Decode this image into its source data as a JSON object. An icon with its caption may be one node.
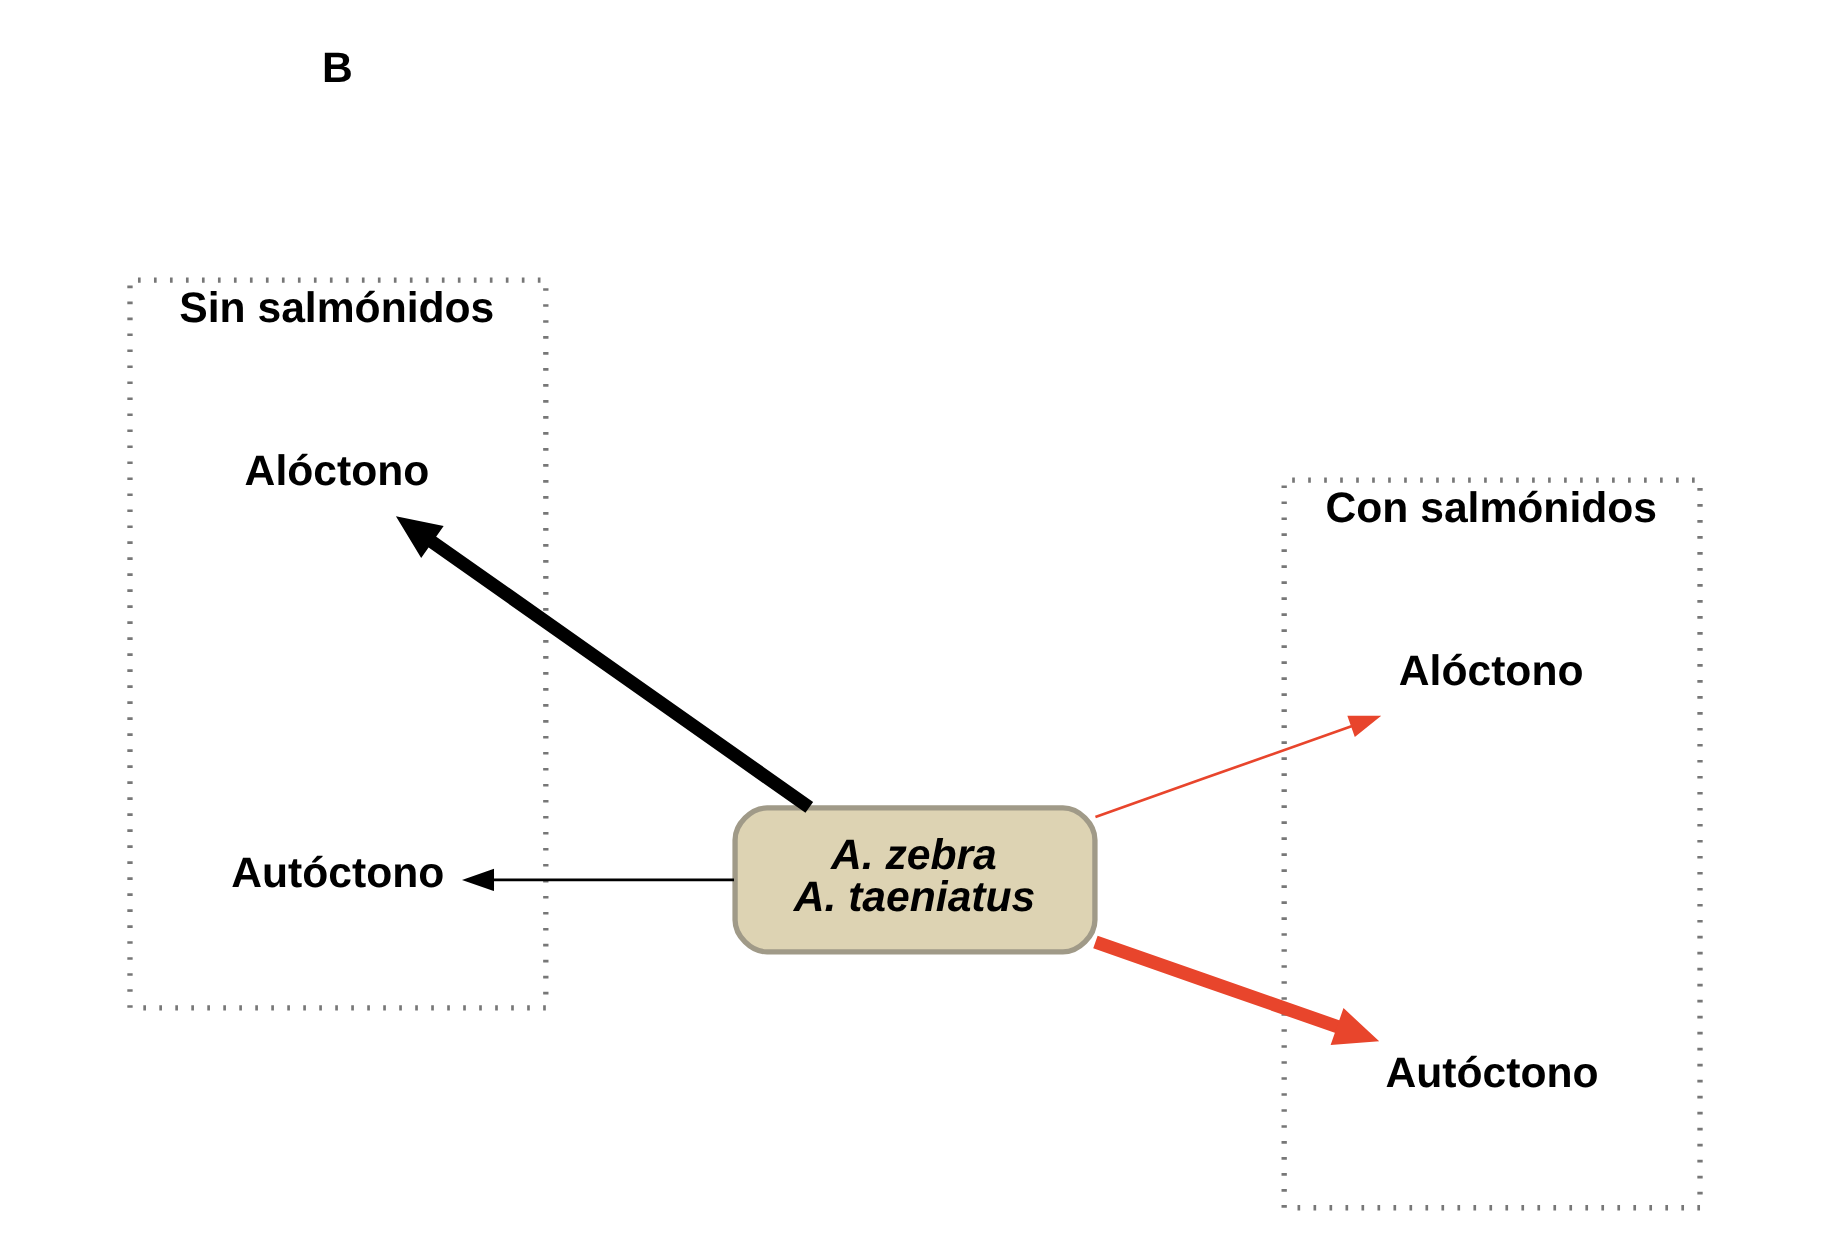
{
  "diagram": {
    "nodes": [
      {
        "text": [
          "Sin salmónidos"
        ]
      },
      {
        "text": [
          "Alóctono"
        ],
        "in": 0
      },
      {
        "text": [
          "Autóctono"
        ],
        "in": 0
      },
      {
        "text": [
          "A. zebra",
          "A. taeniatus"
        ]
      },
      {
        "text": [
          "Con salmónidos"
        ]
      },
      {
        "text": [
          "Alóctono"
        ],
        "in": 4
      },
      {
        "text": [
          "Autóctono"
        ],
        "in": 4
      }
    ],
    "edges": [
      {
        "from": 3,
        "to": 1,
        "arrow": "to",
        "style": "thick"
      },
      {
        "from": 3,
        "to": 2,
        "arrow": "to"
      },
      {
        "from": 3,
        "to": 5,
        "arrow": "to",
        "color": "#e8452c"
      },
      {
        "from": 3,
        "to": 6,
        "arrow": "to",
        "style": "thick",
        "color": "#e8452c"
      }
    ],
    "labels": [
      "B"
    ]
  }
}
